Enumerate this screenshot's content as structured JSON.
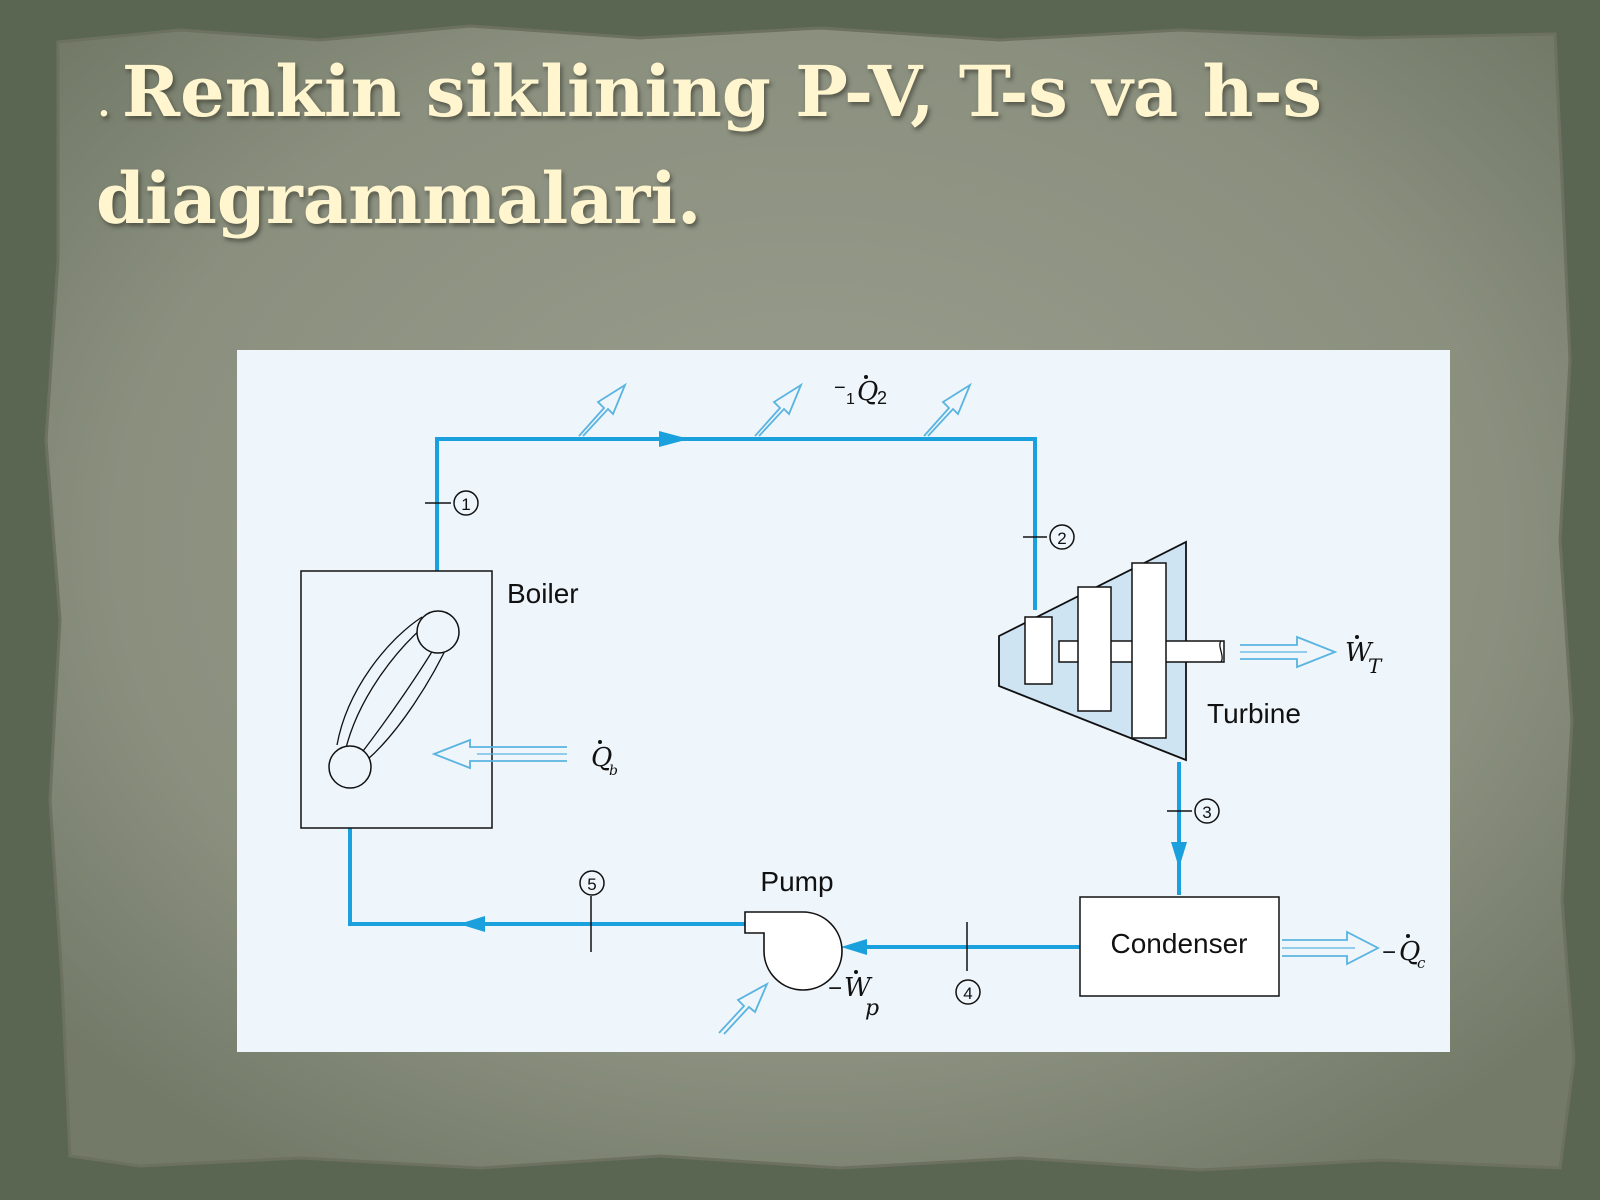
{
  "slide": {
    "title_lead": ".",
    "title": "Renkin siklining P-V, T-s va h-s diagrammalari.",
    "title_line1": "Renkin siklining P-V, T-s va h-s",
    "title_line2": "diagrammalari."
  },
  "colors": {
    "background": "#5f6b55",
    "paper": "#8c9180",
    "title_text": "#fff6cf",
    "pipe": "#1aa0dc",
    "heat_arrow": "#5ab4e0",
    "component_fill": "#cfe4f3",
    "diagram_bg": "#eef5fb"
  },
  "diagram": {
    "components": {
      "boiler": "Boiler",
      "turbine": "Turbine",
      "condenser": "Condenser",
      "pump": "Pump"
    },
    "states": [
      "1",
      "2",
      "3",
      "4",
      "5"
    ],
    "energy_labels": {
      "q12": {
        "sign": "−",
        "pre": "1",
        "sym": "Q",
        "sub": "2"
      },
      "qb": {
        "sign": "",
        "sym": "Q",
        "sub": "b"
      },
      "wt": {
        "sign": "",
        "sym": "W",
        "sub": "T"
      },
      "qc": {
        "sign": "−",
        "sym": "Q",
        "sub": "c"
      },
      "wp": {
        "sign": "−",
        "sym": "W",
        "sub": "p"
      }
    }
  }
}
